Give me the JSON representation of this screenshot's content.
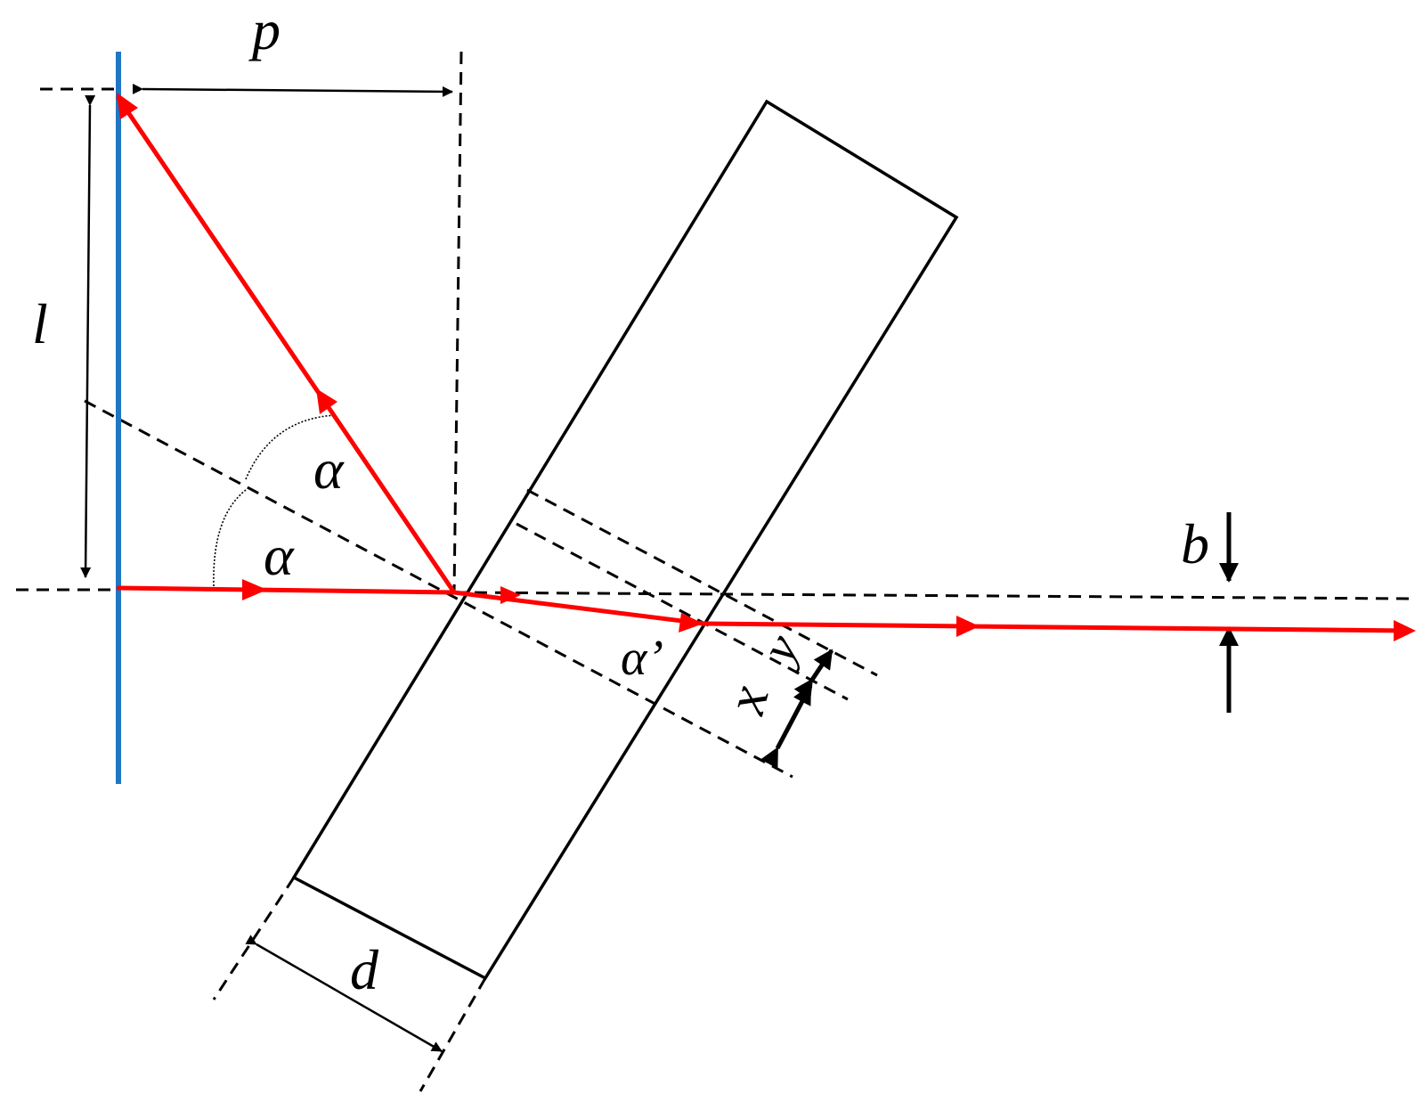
{
  "labels": {
    "p": "p",
    "l": "l",
    "alpha_upper": "α",
    "alpha_lower": "α",
    "alpha_prime": "α’",
    "b": "b",
    "y": "y",
    "x": "x",
    "d": "d"
  },
  "colors": {
    "ray": "#ff0000",
    "screen": "#1f77c4",
    "line": "#000000",
    "background": "#ffffff"
  }
}
